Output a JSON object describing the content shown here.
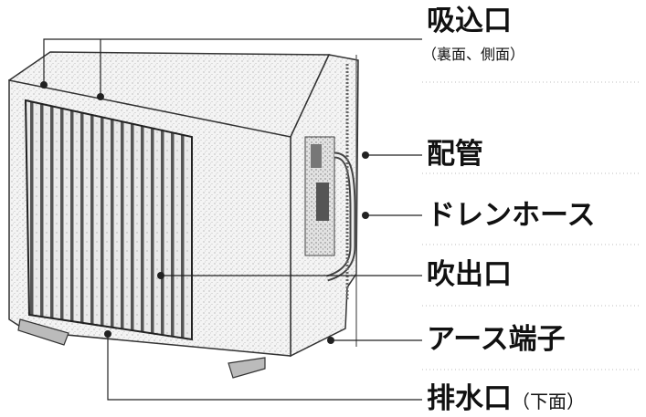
{
  "labels": {
    "intake": "吸込口",
    "intake_note": "（裏面、側面）",
    "piping": "配管",
    "drain_hose": "ドレンホース",
    "outlet": "吹出口",
    "earth_terminal": "アース端子",
    "drain_port": "排水口",
    "drain_port_note": "（下面）"
  }
}
